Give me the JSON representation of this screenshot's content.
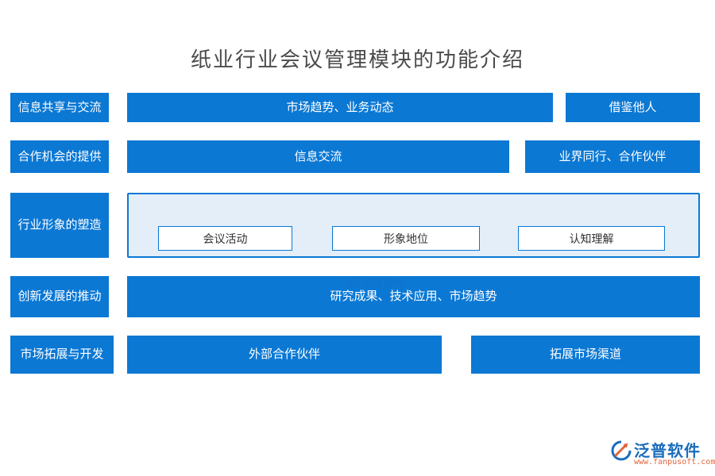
{
  "title": "纸业行业会议管理模块的功能介绍",
  "rows": [
    {
      "label": "信息共享与交流",
      "items": [
        "市场趋势、业务动态",
        "借鉴他人"
      ]
    },
    {
      "label": "合作机会的提供",
      "items": [
        "信息交流",
        "业界同行、合作伙伴"
      ]
    },
    {
      "label": "行业形象的塑造",
      "items": [
        "会议活动",
        "形象地位",
        "认知理解"
      ]
    },
    {
      "label": "创新发展的推动",
      "items": [
        "研究成果、技术应用、市场趋势"
      ]
    },
    {
      "label": "市场拓展与开发",
      "items": [
        "外部合作伙伴",
        "拓展市场渠道"
      ]
    }
  ],
  "watermark": {
    "text": "泛普软件"
  },
  "logo": {
    "name": "泛普软件",
    "url": "www.fanpusoft.com"
  },
  "colors": {
    "primary": "#0b78d4",
    "panel_fill": "#e3eef9",
    "title": "#4a4a4a"
  }
}
